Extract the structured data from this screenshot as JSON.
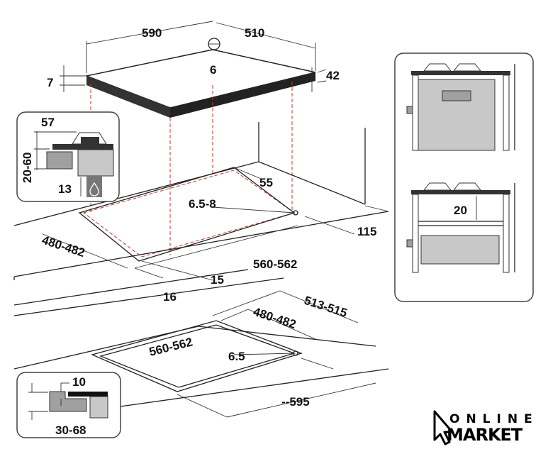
{
  "hob_dimensions": {
    "width": "590",
    "depth": "510",
    "gas_inlet": "6",
    "glass_thickness": "7",
    "total_height": "42"
  },
  "side_detail": {
    "burner_height": "57",
    "gap": "20-60",
    "inlet_clearance": "13"
  },
  "cutout_top": {
    "back_distance": "55",
    "hole": "6.5-8",
    "side_distance": "115",
    "depth": "480-482",
    "width": "560-562",
    "front_distance": "15",
    "front_min": "16"
  },
  "oven_panel": {
    "clearance": "20"
  },
  "cutout_flush": {
    "outer_depth": "513-515",
    "depth": "480-482",
    "width": "560-562",
    "hole": "6.5",
    "outer_width": "--595"
  },
  "flush_detail": {
    "step": "10",
    "thickness": "30-68"
  },
  "logo": {
    "line1": "ONLINE",
    "line2": "MARKET"
  },
  "colors": {
    "dashed_guide": "#c0392b",
    "panel_grey": "#a0a0a0"
  }
}
